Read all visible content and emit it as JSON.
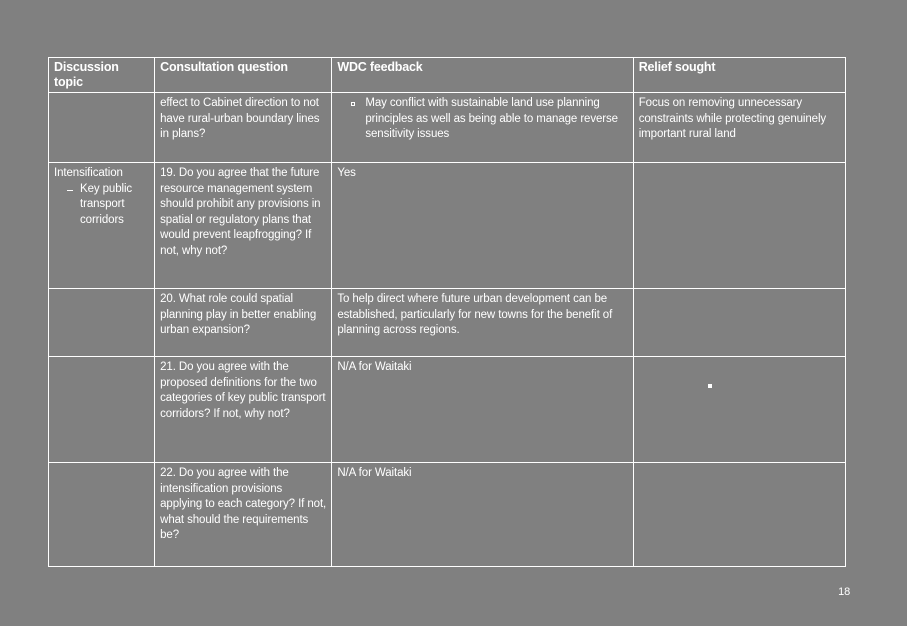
{
  "document": {
    "page_number": "18",
    "table": {
      "headers": [
        "Discussion topic",
        "Consultation question",
        "WDC feedback",
        "Relief sought"
      ],
      "rows": [
        {
          "topic": "",
          "topic_bullets": [],
          "question": "effect to Cabinet direction to not have rural-urban boundary lines in plans?",
          "feedback_bullets": [
            "May conflict with sustainable land use planning principles as well as being able to manage reverse sensitivity issues"
          ],
          "feedback_text": "",
          "relief": "Focus on removing unnecessary constraints while protecting genuinely important rural land"
        },
        {
          "topic": "Intensification",
          "topic_bullets": [
            "Key public transport corridors"
          ],
          "question": "19. Do you agree that the future resource management system should prohibit any provisions in spatial or regulatory plans that would prevent leapfrogging? If not, why not?",
          "feedback_bullets": [],
          "feedback_text": "Yes",
          "relief": ""
        },
        {
          "topic": "",
          "topic_bullets": [],
          "question": "20. What role could spatial planning play in better enabling urban expansion?",
          "feedback_bullets": [],
          "feedback_text": "To help direct where future urban development can be established, particularly for new towns for the benefit of planning across regions.",
          "relief": ""
        },
        {
          "topic": "",
          "topic_bullets": [],
          "question": "21. Do you agree with the proposed definitions for the two categories of key public transport corridors? If not, why not?",
          "feedback_bullets": [],
          "feedback_text": "N/A for Waitaki",
          "relief": ""
        },
        {
          "topic": "",
          "topic_bullets": [],
          "question": "22. Do you agree with the intensification provisions applying to each category? If not, what should the requirements be?",
          "feedback_bullets": [],
          "feedback_text": "N/A for Waitaki",
          "relief": ""
        }
      ]
    }
  }
}
